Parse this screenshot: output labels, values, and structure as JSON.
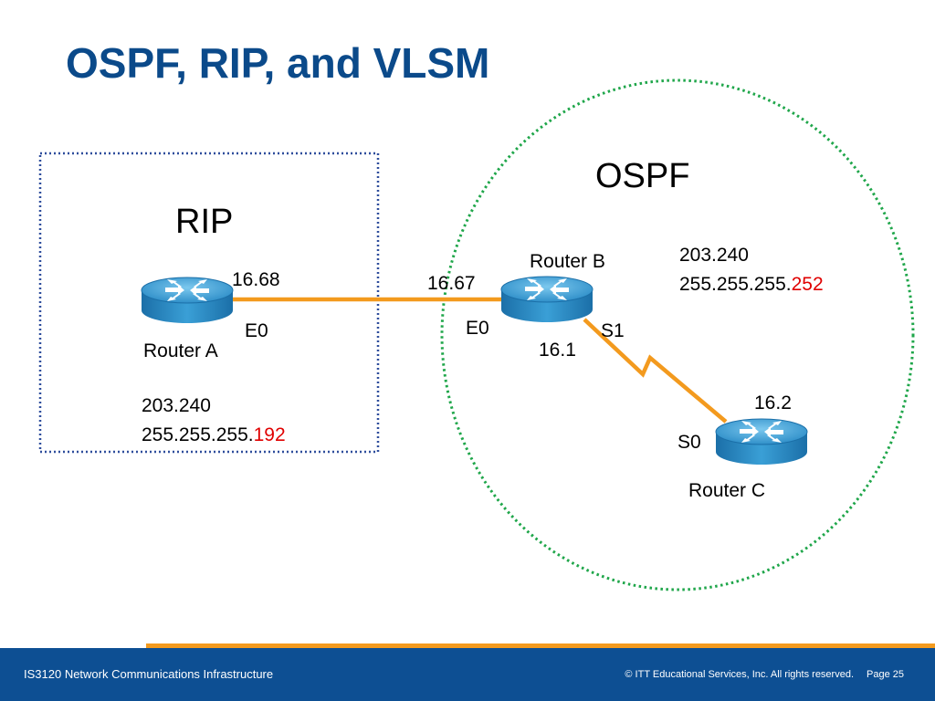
{
  "slide": {
    "title": "OSPF, RIP, and VLSM"
  },
  "zones": {
    "rip": {
      "label": "RIP"
    },
    "ospf": {
      "label": "OSPF"
    }
  },
  "routers": {
    "a": {
      "name": "Router A",
      "interface": "E0",
      "address": "16.68",
      "network": "203.240",
      "mask_prefix": "255.255.255.",
      "mask_suffix": "192"
    },
    "b": {
      "name": "Router B",
      "e0_interface": "E0",
      "e0_address": "16.67",
      "s1_interface": "S1",
      "s1_address": "16.1",
      "network": "203.240",
      "mask_prefix": "255.255.255.",
      "mask_suffix": "252"
    },
    "c": {
      "name": "Router C",
      "interface": "S0",
      "address": "16.2"
    }
  },
  "colors": {
    "title": "#0b4a8a",
    "link": "#f39a1e",
    "rip_border": "#2e4d9c",
    "ospf_border": "#1fa64a",
    "highlight": "#e00000",
    "footer": "#0d4f93"
  },
  "footer": {
    "course": "IS3120 Network Communications Infrastructure",
    "copyright": "© ITT Educational Services, Inc. All rights reserved.",
    "page": "Page 25"
  }
}
